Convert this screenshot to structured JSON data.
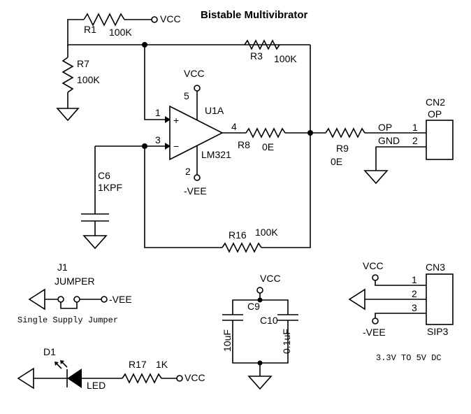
{
  "title": "Bistable Multivibrator",
  "power": {
    "vcc": "VCC",
    "vee": "-VEE"
  },
  "components": {
    "r1": {
      "ref": "R1",
      "value": "100K"
    },
    "r7": {
      "ref": "R7",
      "value": "100K"
    },
    "r3": {
      "ref": "R3",
      "value": "100K"
    },
    "r8": {
      "ref": "R8",
      "value": "0E"
    },
    "r9": {
      "ref": "R9",
      "value": "0E"
    },
    "r16": {
      "ref": "R16",
      "value": "100K"
    },
    "r17": {
      "ref": "R17",
      "value": "1K"
    },
    "c6": {
      "ref": "C6",
      "value": "1KPF"
    },
    "c9": {
      "ref": "C9",
      "value": "10uF"
    },
    "c10": {
      "ref": "C10",
      "value": "0.1uF"
    },
    "u1a": {
      "ref": "U1A",
      "part": "LM321",
      "plus": "+",
      "minus": "−"
    },
    "d1": {
      "ref": "D1",
      "value": "LED"
    },
    "j1": {
      "ref": "J1",
      "value": "JUMPER",
      "caption": "Single Supply Jumper"
    },
    "cn2": {
      "ref": "CN2",
      "value": "OP",
      "pin1_label": "OP",
      "pin2_label": "GND"
    },
    "cn3": {
      "ref": "CN3",
      "value": "SIP3",
      "caption": "3.3V TO 5V DC"
    }
  },
  "pins": {
    "p1": "1",
    "p2": "2",
    "p3": "3",
    "p4": "4",
    "p5": "5"
  }
}
